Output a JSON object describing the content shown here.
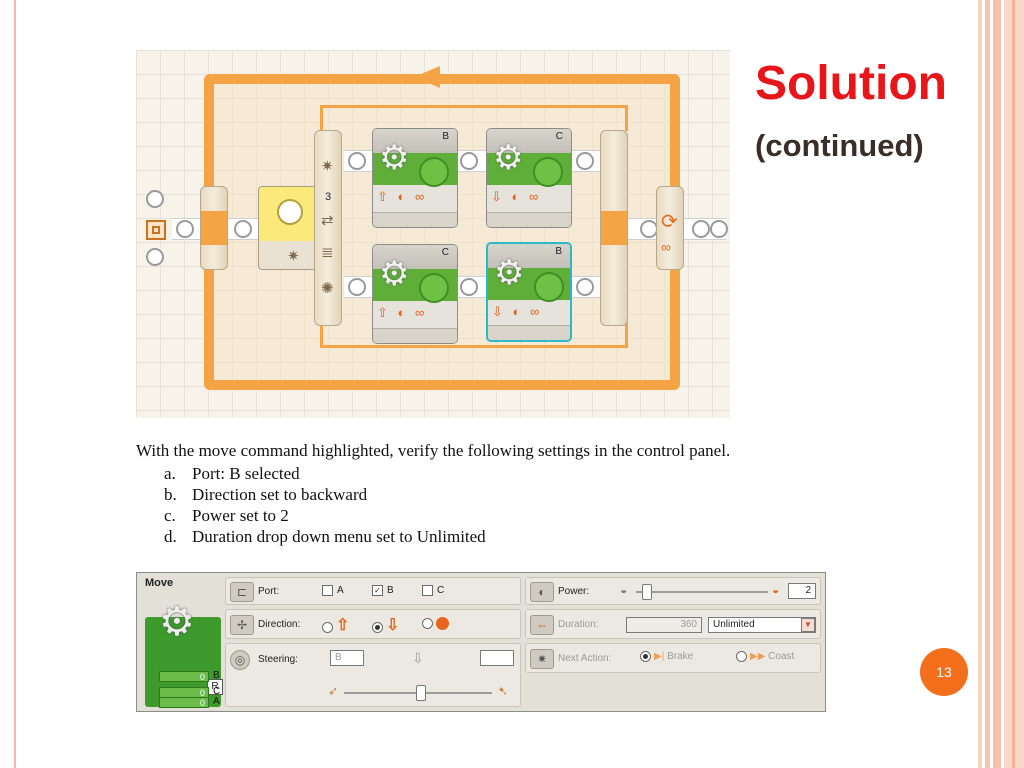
{
  "slide": {
    "title": "Solution",
    "subtitle": "(continued)",
    "intro": "With the move command highlighted, verify the following settings in the control panel.",
    "steps": [
      {
        "marker": "a.",
        "text": "Port: B selected"
      },
      {
        "marker": "b.",
        "text": "Direction set to backward"
      },
      {
        "marker": "c.",
        "text": "Power set to 2"
      },
      {
        "marker": "d.",
        "text": "Duration drop down menu set to Unlimited"
      }
    ],
    "page_number": "13"
  },
  "program": {
    "switch_value": "3",
    "blocks": [
      {
        "port": "B",
        "selected": false
      },
      {
        "port": "C",
        "selected": false
      },
      {
        "port": "C",
        "selected": false
      },
      {
        "port": "B",
        "selected": true
      }
    ]
  },
  "panel": {
    "title": "Move",
    "feedback": {
      "r_label": "R",
      "rows": [
        {
          "value": "0",
          "port": "A"
        },
        {
          "value": "0",
          "port": "B"
        },
        {
          "value": "0",
          "port": "C"
        }
      ]
    },
    "port": {
      "label": "Port:",
      "options": [
        {
          "name": "A",
          "checked": false
        },
        {
          "name": "B",
          "checked": true
        },
        {
          "name": "C",
          "checked": false
        }
      ]
    },
    "direction": {
      "label": "Direction:",
      "selected": "backward"
    },
    "steering": {
      "label": "Steering:",
      "left_port": "B",
      "right_port": ""
    },
    "power": {
      "label": "Power:",
      "value": "2",
      "level": 2
    },
    "duration": {
      "label": "Duration:",
      "value": "360",
      "unit": "Unlimited"
    },
    "next_action": {
      "label": "Next Action:",
      "brake": "Brake",
      "coast": "Coast"
    }
  },
  "colors": {
    "accent": "#e8151b",
    "loop": "#f5a445",
    "badge": "#f36f1b",
    "selection": "#2bb8c8"
  }
}
